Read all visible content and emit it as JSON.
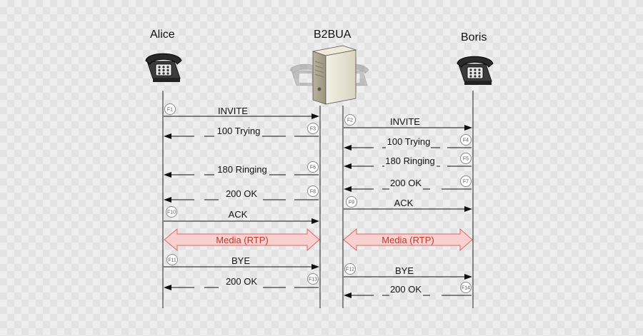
{
  "actors": {
    "alice": "Alice",
    "b2bua": "B2BUA",
    "boris": "Boris"
  },
  "colors": {
    "media_fill": "#f8d0d0",
    "media_stroke": "#e06666",
    "media_text": "#c0392b"
  },
  "icons": {
    "alice": "telephone-icon",
    "b2bua": "server-icon",
    "boris": "telephone-icon"
  },
  "flow": [
    {
      "id": "F1",
      "label": "INVITE",
      "from": "alice",
      "to": "b2bua-left"
    },
    {
      "id": "F2",
      "label": "INVITE",
      "from": "b2bua-right",
      "to": "boris"
    },
    {
      "id": "F3",
      "label": "100 Trying",
      "from": "b2bua-left",
      "to": "alice"
    },
    {
      "id": "F4",
      "label": "100 Trying",
      "from": "boris",
      "to": "b2bua-right"
    },
    {
      "id": "F5",
      "label": "180 Ringing",
      "from": "boris",
      "to": "b2bua-right"
    },
    {
      "id": "F6",
      "label": "180 Ringing",
      "from": "b2bua-left",
      "to": "alice"
    },
    {
      "id": "F7",
      "label": "200 OK",
      "from": "boris",
      "to": "b2bua-right"
    },
    {
      "id": "F8",
      "label": "200 OK",
      "from": "b2bua-left",
      "to": "alice"
    },
    {
      "id": "F9",
      "label": "ACK",
      "from": "b2bua-right",
      "to": "boris"
    },
    {
      "id": "F10",
      "label": "ACK",
      "from": "alice",
      "to": "b2bua-left"
    },
    {
      "id": "F11",
      "label": "BYE",
      "from": "alice",
      "to": "b2bua-left"
    },
    {
      "id": "F12",
      "label": "BYE",
      "from": "b2bua-right",
      "to": "boris"
    },
    {
      "id": "F13",
      "label": "200 OK",
      "from": "b2bua-left",
      "to": "alice"
    },
    {
      "id": "F14",
      "label": "200 OK",
      "from": "boris",
      "to": "b2bua-right"
    }
  ],
  "media": [
    {
      "label": "Media (RTP)",
      "between": "alice|b2bua-left"
    },
    {
      "label": "Media (RTP)",
      "between": "b2bua-right|boris"
    }
  ]
}
